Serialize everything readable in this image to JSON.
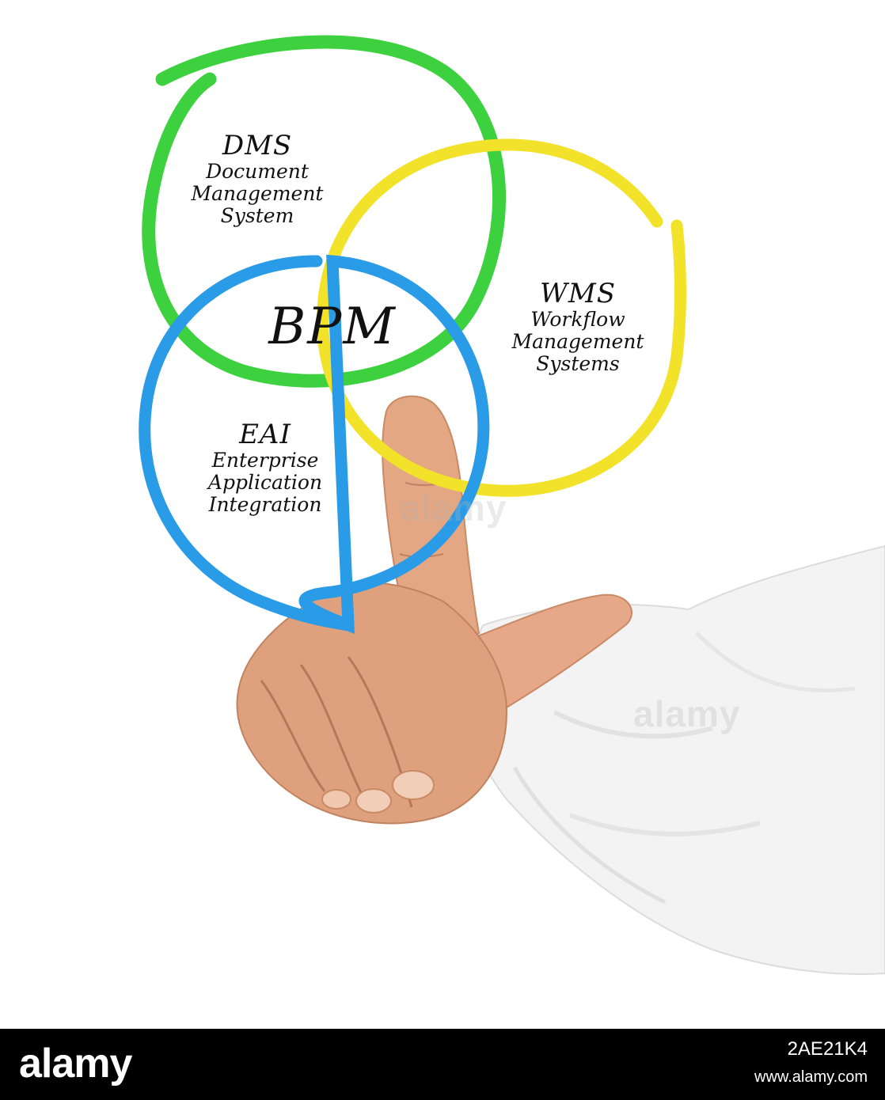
{
  "diagram": {
    "center": "BPM",
    "circles": [
      {
        "abbr": "DMS",
        "lines": [
          "Document",
          "Management",
          "System"
        ],
        "color": "#3dd13f"
      },
      {
        "abbr": "WMS",
        "lines": [
          "Workflow",
          "Management",
          "Systems"
        ],
        "color": "#f2e229"
      },
      {
        "abbr": "EAI",
        "lines": [
          "Enterprise",
          "Application",
          "Integration"
        ],
        "color": "#2a9be6"
      }
    ]
  },
  "watermark": {
    "text": "alamy"
  },
  "footer": {
    "logo": "alamy",
    "image_id": "2AE21K4",
    "url": "www.alamy.com"
  },
  "colors": {
    "background": "#ffffff",
    "footer": "#000000",
    "skin": "#e0a080",
    "sleeve": "#f4f4f4"
  }
}
